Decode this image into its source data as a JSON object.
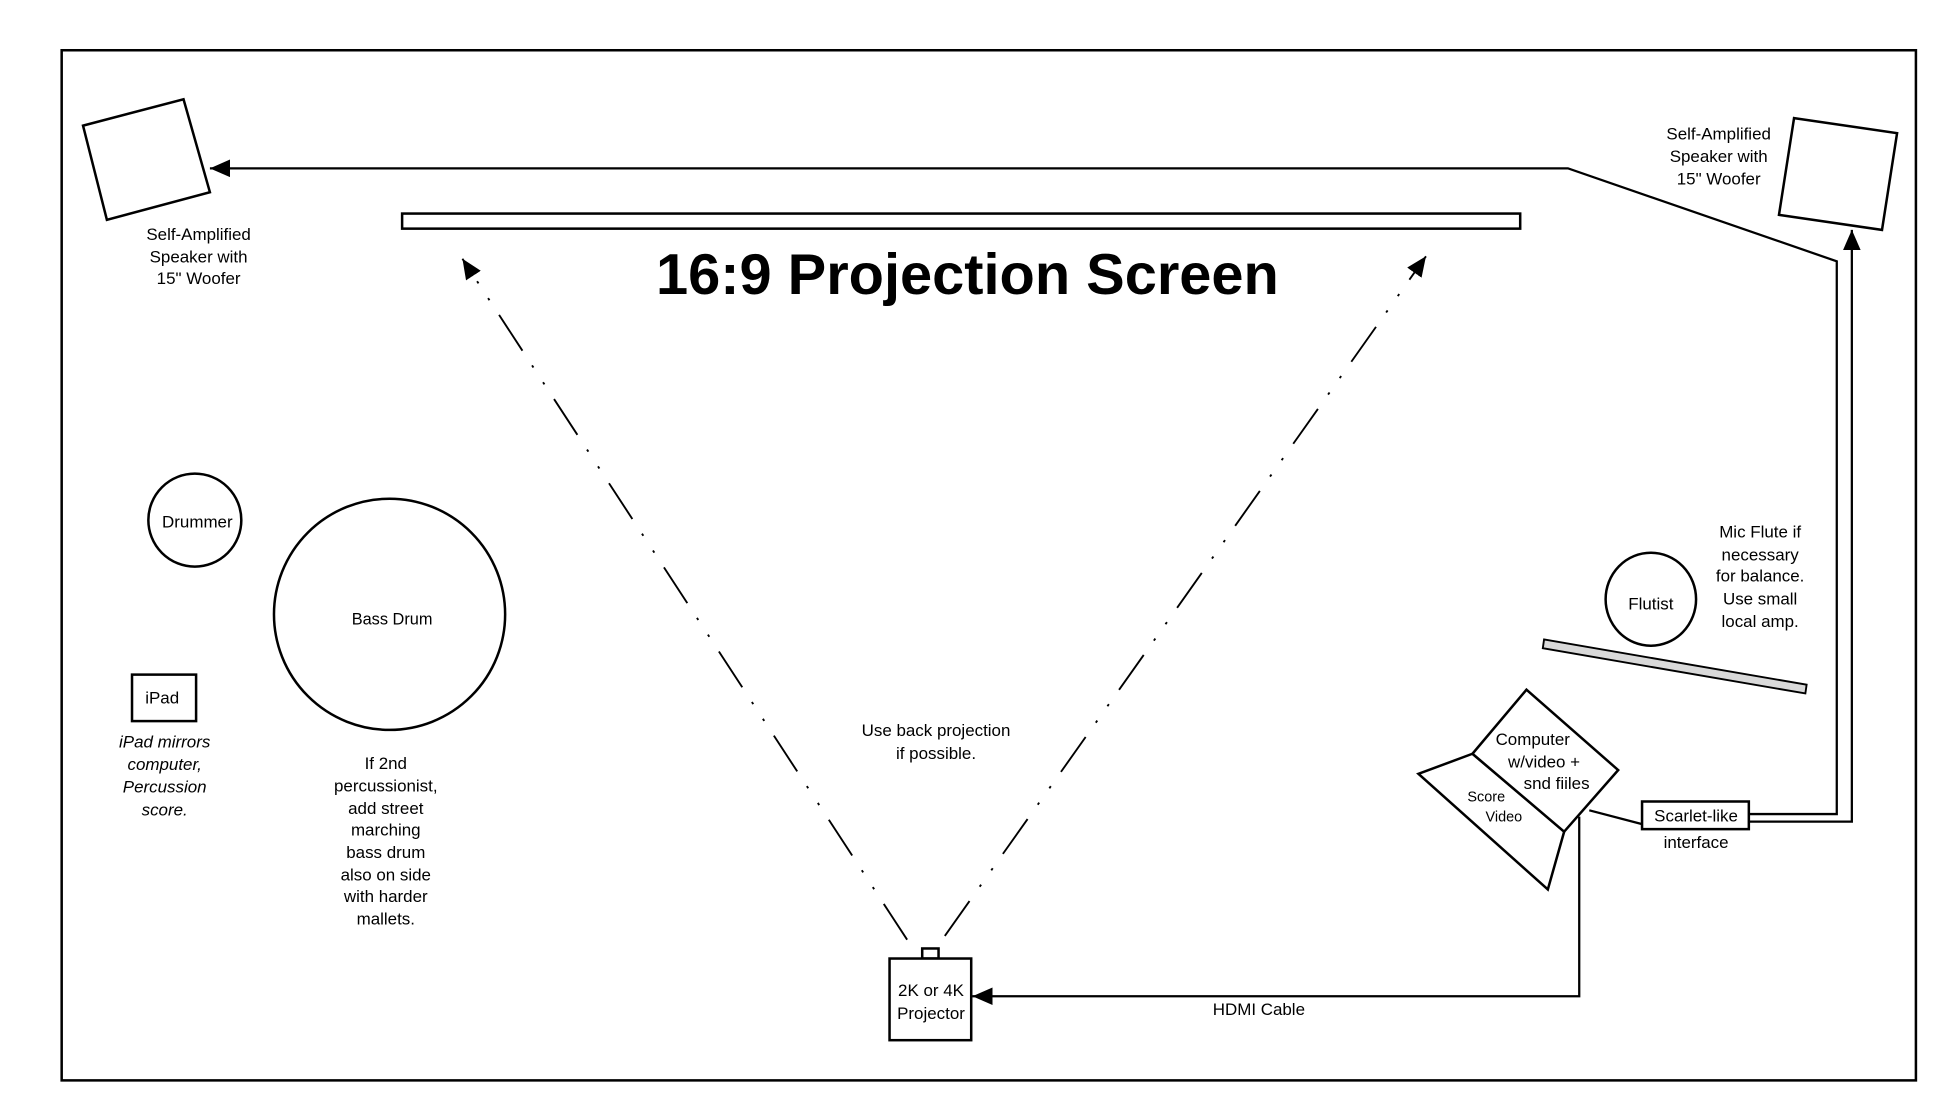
{
  "title": "16:9 Projection Screen",
  "left_speaker": {
    "lines": [
      "Self-Amplified",
      "Speaker with",
      "15\" Woofer"
    ]
  },
  "right_speaker": {
    "lines": [
      "Self-Amplified",
      "Speaker with",
      "15\" Woofer"
    ]
  },
  "drummer": "Drummer",
  "bass_drum": "Bass Drum",
  "ipad": {
    "label": "iPad",
    "note": [
      "iPad mirrors",
      "computer,",
      "Percussion",
      "score."
    ]
  },
  "percussion_note": [
    "If 2nd",
    "percussionist,",
    "add street",
    "marching",
    "bass drum",
    "also on side",
    "with harder",
    "mallets."
  ],
  "projection_note": [
    "Use back projection",
    "if possible."
  ],
  "projector": [
    "2K or 4K",
    "Projector"
  ],
  "hdmi": "HDMI Cable",
  "flutist": "Flutist",
  "mic_note": [
    "Mic Flute if",
    "necessary",
    "for balance.",
    "Use small",
    "local amp."
  ],
  "computer": [
    "Computer",
    "w/video +",
    "snd fiiles"
  ],
  "score_video": [
    "Score",
    "Video"
  ],
  "interface": {
    "label": "Scarlet-like",
    "sub": "interface"
  },
  "colors": {
    "stand_fill": "#d9d9d9",
    "line": "#000000"
  }
}
